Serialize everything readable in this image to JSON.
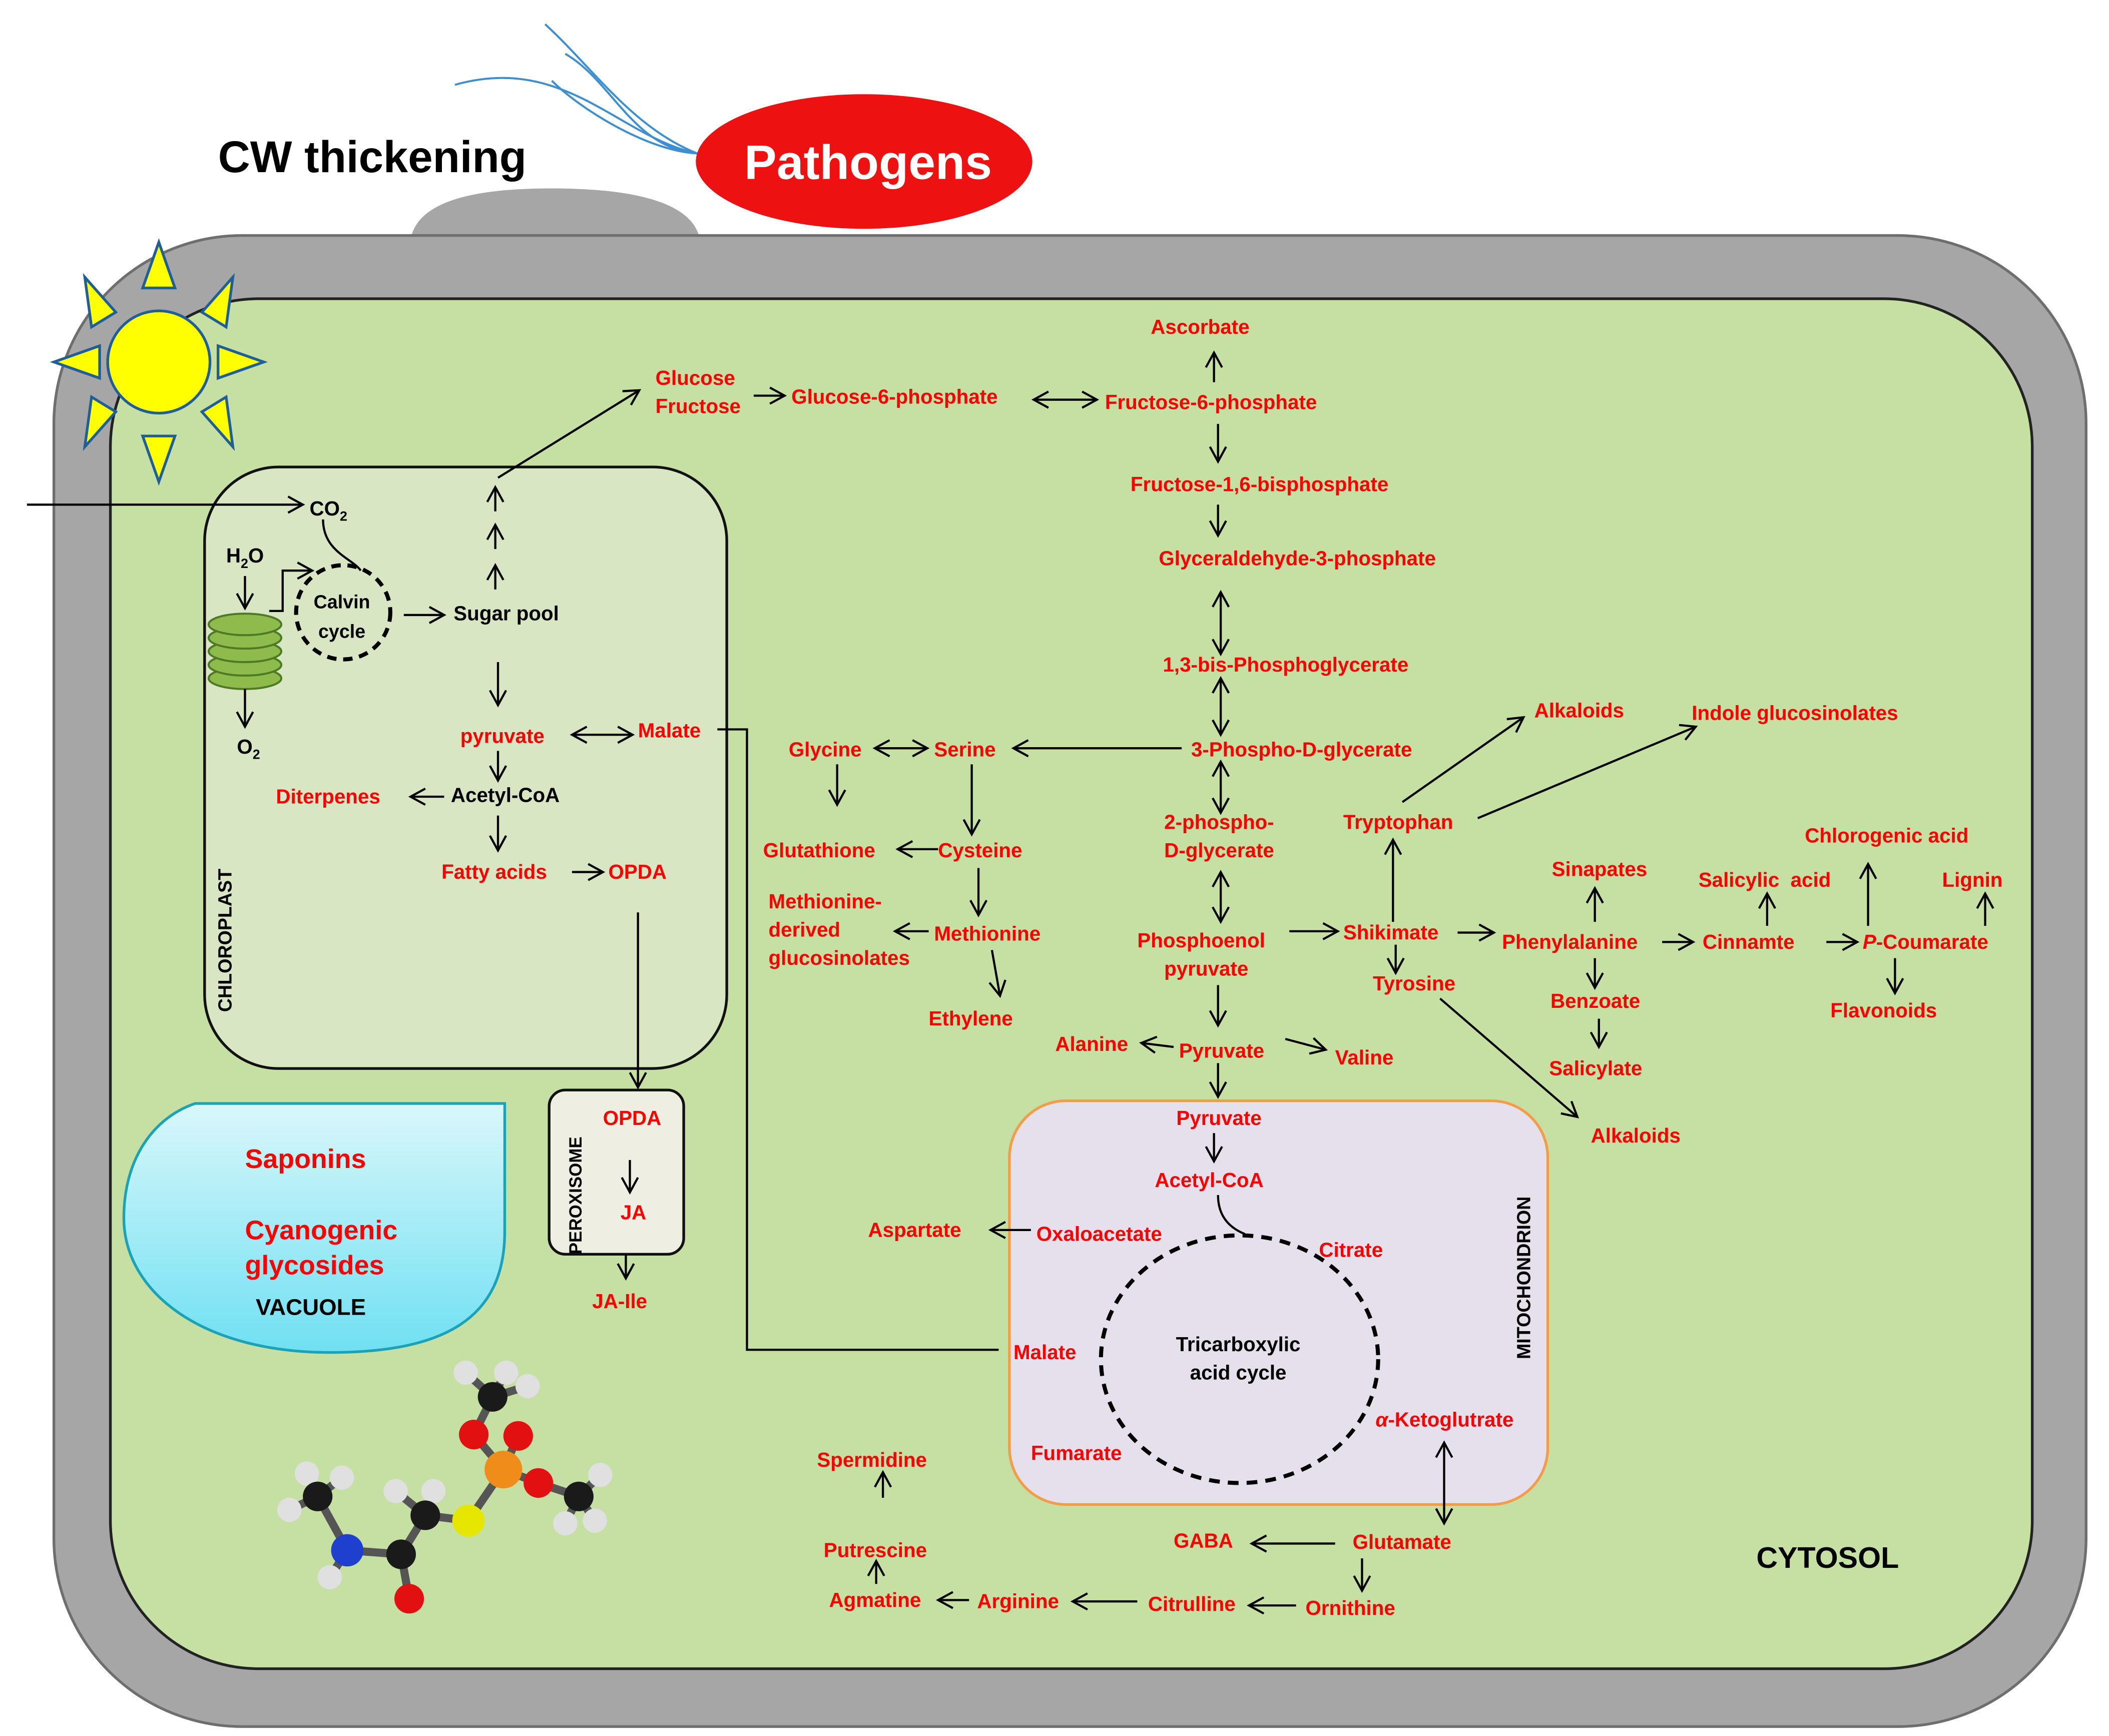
{
  "header": {
    "cw_thickening": "CW thickening",
    "pathogens": "Pathogens"
  },
  "compartments": {
    "chloroplast": "CHLOROPLAST",
    "peroxisome": "PEROXISOME",
    "mitochondrion": "MITOCHONDRION",
    "cytosol": "CYTOSOL",
    "vacuole": "VACUOLE"
  },
  "chloroplast": {
    "co2_base": "CO",
    "co2_sub": "2",
    "h2o_h": "H",
    "h2o_sub": "2",
    "h2o_o": "O",
    "o2_base": "O",
    "o2_sub": "2",
    "calvin_line1": "Calvin",
    "calvin_line2": "cycle",
    "sugar_pool": "Sugar pool",
    "pyruvate": "pyruvate",
    "malate": "Malate",
    "acetyl_coa": "Acetyl-CoA",
    "diterpenes": "Diterpenes",
    "fatty_acids": "Fatty acids",
    "opda": "OPDA"
  },
  "peroxisome": {
    "opda": "OPDA",
    "ja": "JA",
    "ja_ile": "JA-Ile"
  },
  "vacuole": {
    "saponins": "Saponins",
    "cyanogenic_line1": "Cyanogenic",
    "cyanogenic_line2": "glycosides"
  },
  "glycolysis": {
    "glucose": "Glucose",
    "fructose": "Fructose",
    "g6p": "Glucose-6-phosphate",
    "f6p": "Fructose-6-phosphate",
    "ascorbate": "Ascorbate",
    "f16bp": "Fructose-1,6-bisphosphate",
    "g3p": "Glyceraldehyde-3-phosphate",
    "bpg": "1,3-bis-Phosphoglycerate",
    "pg3": "3-Phospho-D-glycerate",
    "pg2_line1": "2-phospho-",
    "pg2_line2": "D-glycerate",
    "pep_line1": "Phosphoenol",
    "pep_line2": "pyruvate",
    "pyruvate": "Pyruvate",
    "alanine": "Alanine",
    "valine": "Valine"
  },
  "amino_acids": {
    "glycine": "Glycine",
    "serine": "Serine",
    "glutathione": "Glutathione",
    "cysteine": "Cysteine",
    "met_gsl_line1": "Methionine-",
    "met_gsl_line2": "derived",
    "met_gsl_line3": "glucosinolates",
    "methionine": "Methionine",
    "ethylene": "Ethylene"
  },
  "shikimate": {
    "alkaloids_top": "Alkaloids",
    "indole_gsl": "Indole glucosinolates",
    "tryptophan": "Tryptophan",
    "shikimate": "Shikimate",
    "tyrosine": "Tyrosine",
    "alkaloids_bottom": "Alkaloids",
    "sinapates": "Sinapates",
    "phenylalanine": "Phenylalanine",
    "benzoate": "Benzoate",
    "salicylate": "Salicylate",
    "salicylic_acid": "Salicylic  acid",
    "cinnamte": "Cinnamte",
    "chlorogenic_acid": "Chlorogenic acid",
    "lignin": "Lignin",
    "p_coumarate_italic": "P",
    "p_coumarate_rest": "-Coumarate",
    "flavonoids": "Flavonoids"
  },
  "mitochondrion": {
    "pyruvate": "Pyruvate",
    "acetyl_coa": "Acetyl-CoA",
    "oxaloacetate": "Oxaloacetate",
    "citrate": "Citrate",
    "malate": "Malate",
    "fumarate": "Fumarate",
    "alpha": "α",
    "ketoglutrate": "-Ketoglutrate",
    "tca_line1": "Tricarboxylic",
    "tca_line2": "acid cycle",
    "aspartate": "Aspartate"
  },
  "nitrogen": {
    "glutamate": "Glutamate",
    "gaba": "GABA",
    "ornithine": "Ornithine",
    "citrulline": "Citrulline",
    "arginine": "Arginine",
    "agmatine": "Agmatine",
    "putrescine": "Putrescine",
    "spermidine": "Spermidine"
  },
  "colors": {
    "metabolite_red": "#ff0000",
    "cytosol_green": "#c6e0a4",
    "cell_wall_gray": "#a6a6a6",
    "chloroplast_fill": "#d8e6c3",
    "mitochondrion_fill": "#e6e0ec",
    "mitochondrion_border": "#f39c4a",
    "vacuole_cyan": "#7fe6f5",
    "pathogen_red": "#ee1111",
    "sun_yellow": "#ffff00",
    "sun_stroke": "#1f5f99",
    "thylakoid_green": "#8dbb4c"
  },
  "icons": [
    "sun-icon",
    "pathogen-flagella-icon",
    "thylakoid-stack-icon",
    "molecule-icon"
  ]
}
